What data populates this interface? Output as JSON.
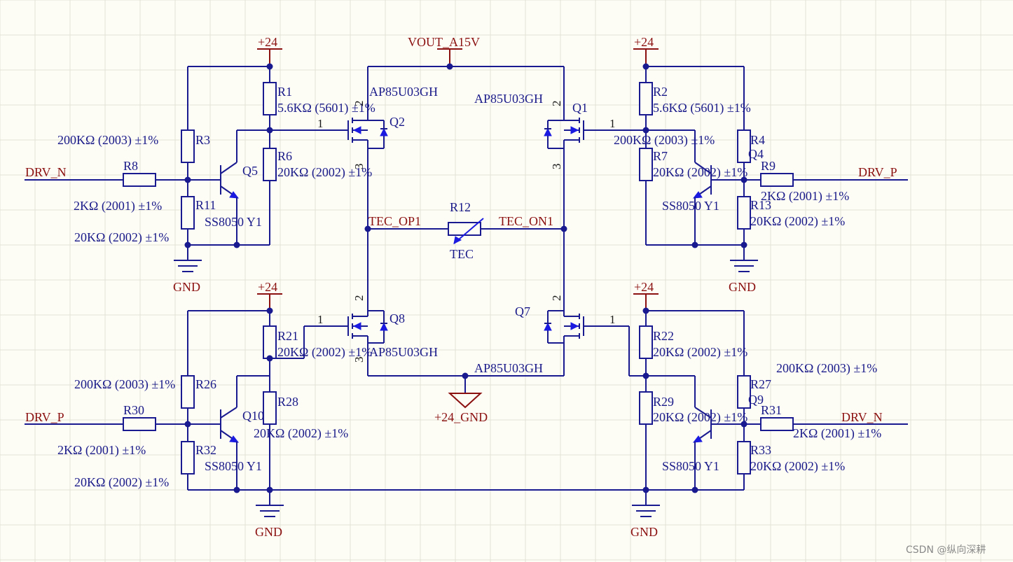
{
  "nets": {
    "vout": "VOUT_A15V",
    "p24": "+24",
    "gnd": "GND",
    "gnd24": "+24_GND",
    "drv_n": "DRV_N",
    "drv_p": "DRV_P",
    "tec_op": "TEC_OP1",
    "tec_on": "TEC_ON1"
  },
  "parts": {
    "R1": "R1",
    "R2": "R2",
    "R3": "R3",
    "R4": "R4",
    "R6": "R6",
    "R7": "R7",
    "R8": "R8",
    "R9": "R9",
    "R11": "R11",
    "R12": "R12",
    "R13": "R13",
    "R21": "R21",
    "R22": "R22",
    "R26": "R26",
    "R27": "R27",
    "R28": "R28",
    "R29": "R29",
    "R30": "R30",
    "R31": "R31",
    "R32": "R32",
    "R33": "R33",
    "Q1": "Q1",
    "Q2": "Q2",
    "Q4": "Q4",
    "Q5": "Q5",
    "Q7": "Q7",
    "Q8": "Q8",
    "Q9": "Q9",
    "Q10": "Q10"
  },
  "values": {
    "r5k6": "5.6KΩ (5601) ±1%",
    "r200k": "200KΩ (2003) ±1%",
    "r20k": "20KΩ (2002) ±1%",
    "r2k": "2KΩ (2001) ±1%",
    "mos": "AP85U03GH",
    "bjt": "SS8050 Y1",
    "tec": "TEC"
  },
  "pins": {
    "p1": "1",
    "p2": "2",
    "p3": "3"
  },
  "watermark": "CSDN @纵向深耕",
  "colors": {
    "wire": "#1a1a90",
    "net_label": "#8b1010",
    "background": "#fdfdf5",
    "arrow": "#1a1ae0"
  }
}
